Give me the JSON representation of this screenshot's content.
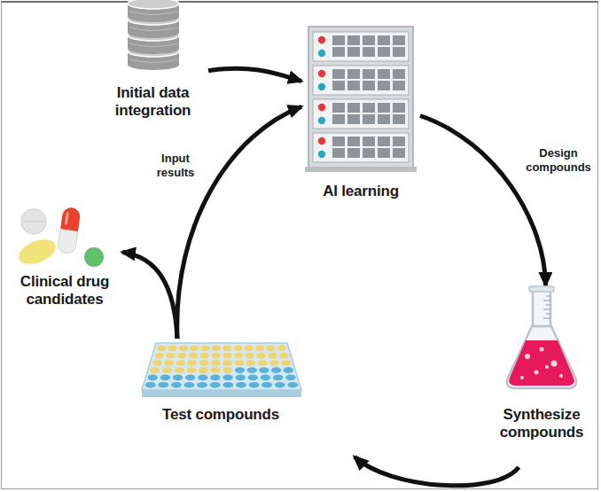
{
  "diagram": {
    "nodes": [
      {
        "text": [
          "Initial data integration"
        ]
      },
      {
        "text": [
          "AI learning"
        ]
      },
      {
        "text": [
          "Synthesize compounds"
        ]
      },
      {
        "text": [
          "Test compounds"
        ]
      },
      {
        "text": [
          "Clinical drug candidates"
        ]
      }
    ],
    "edges": [
      {
        "from": 0,
        "to": 1,
        "arrow": "to"
      },
      {
        "from": 1,
        "to": 2,
        "label": "Design compounds",
        "arrow": "to"
      },
      {
        "from": 2,
        "to": 3,
        "arrow": "to"
      },
      {
        "from": 3,
        "to": 1,
        "label": "Input results",
        "arrow": "to"
      },
      {
        "from": 3,
        "to": 4,
        "arrow": "to"
      }
    ]
  }
}
